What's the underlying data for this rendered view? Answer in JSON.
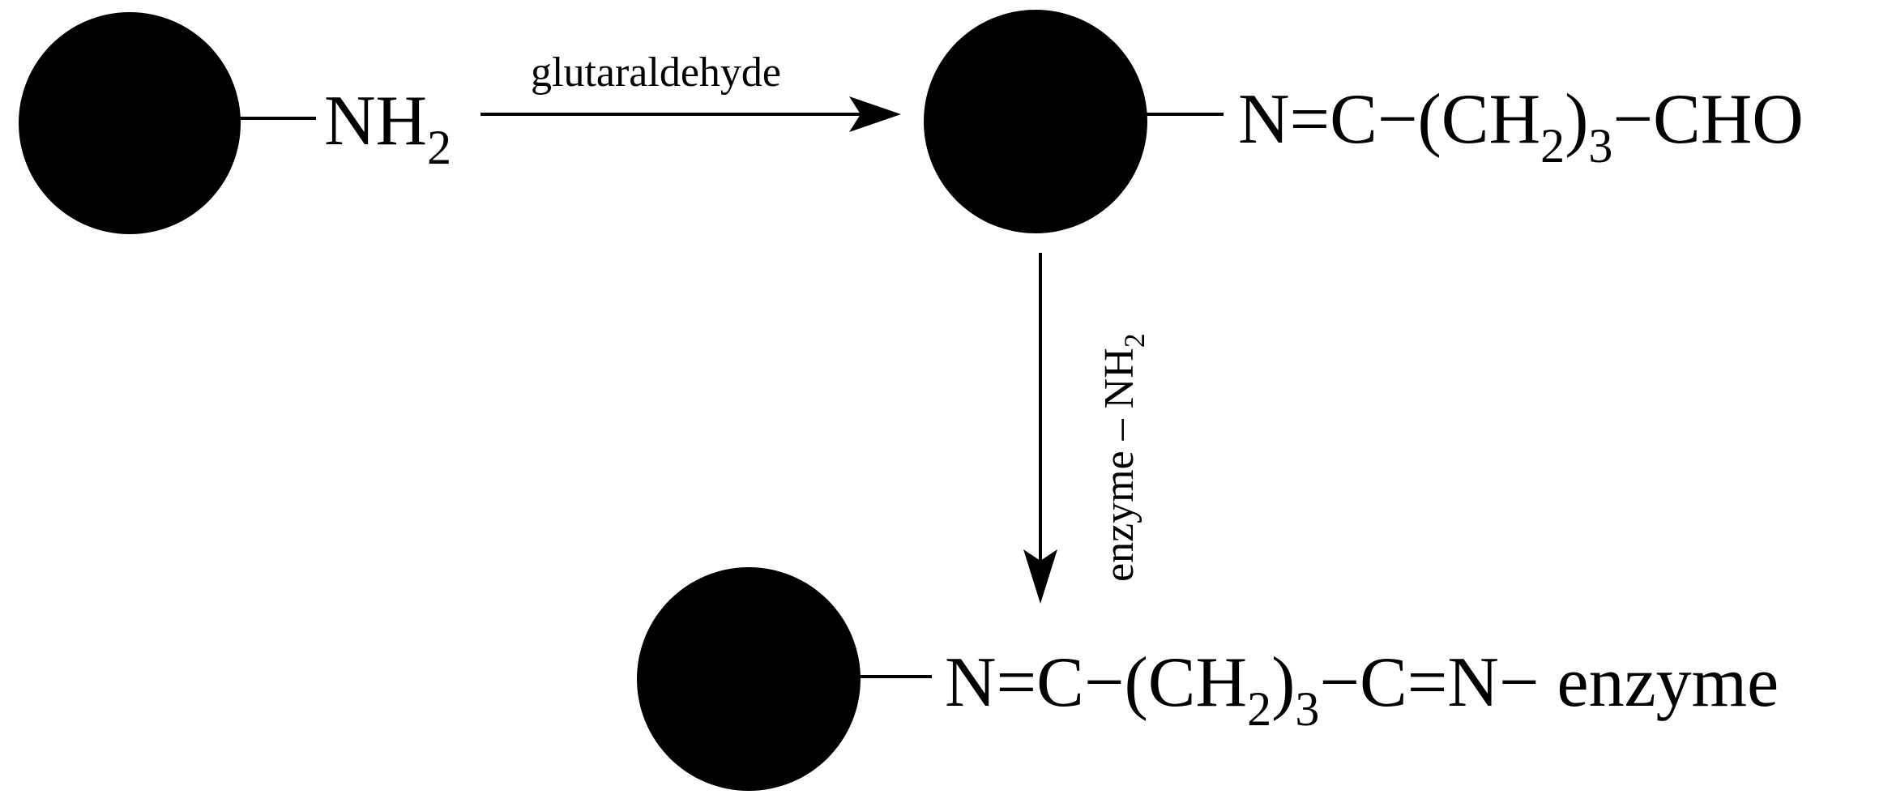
{
  "reagent_top": "glutaraldehyde",
  "reagent_side": {
    "prefix": "enzyme – NH",
    "subscript": "2"
  },
  "start": {
    "group": "NH",
    "subscript": "2"
  },
  "intermediate": {
    "segment_1": "N=C−(CH",
    "subscript_1": "2",
    "segment_2": ")",
    "subscript_2": "3",
    "segment_3": "−CHO"
  },
  "product": {
    "segment_1": "N=C−(CH",
    "subscript_1": "2",
    "segment_2": ")",
    "subscript_2": "3",
    "segment_3": "−C=N− enzyme"
  }
}
